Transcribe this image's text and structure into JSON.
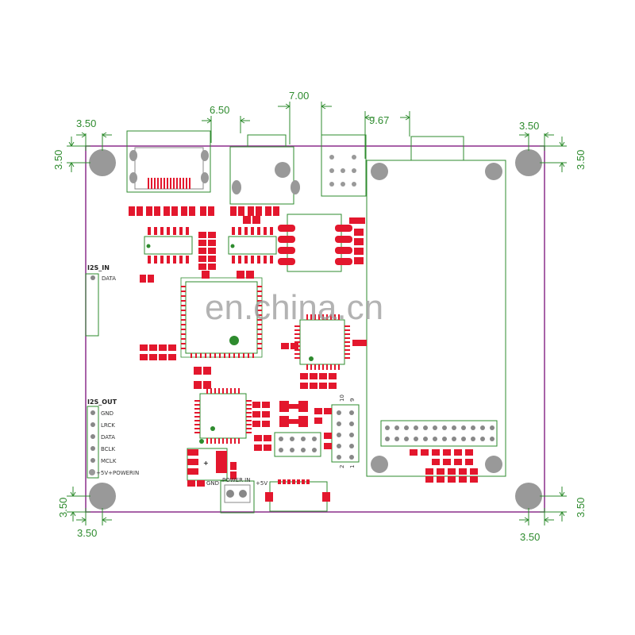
{
  "dimensions": {
    "top_left_h": "3.50",
    "top_left_v": "3.50",
    "top_right_h": "3.50",
    "top_right_v": "3.50",
    "bottom_left_h": "3.50",
    "bottom_left_v": "3.50",
    "bottom_right_h": "3.50",
    "bottom_right_v": "3.50",
    "usb_offset": "6.50",
    "jack_offset": "7.00",
    "module_offset": "9.67"
  },
  "labels": {
    "i2s_in": "I2S_IN",
    "i2s_in_pins": [
      "DATA"
    ],
    "i2s_out": "I2S_OUT",
    "i2s_out_pins": [
      "GND",
      "LRCK",
      "DATA",
      "BCLK",
      "MCLK",
      "+5V+POWERIN"
    ],
    "power_gnd": "GND",
    "power_in": "POWER IN",
    "power_5v": "+5V",
    "header_10": "10",
    "header_9": "9",
    "header_2": "2",
    "header_1": "1",
    "plus_sign": "+"
  },
  "watermark": "en.china.cn",
  "colors": {
    "board_outline": "#8b2f8b",
    "copper": "#2e8b2e",
    "pad": "#e3172d",
    "hole": "#999999",
    "dimension": "#2e8b2e"
  }
}
